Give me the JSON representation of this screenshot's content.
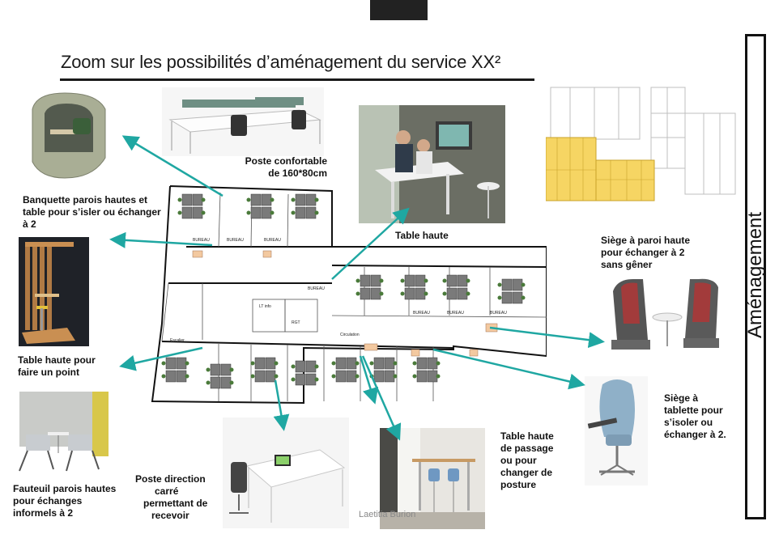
{
  "title": "Zoom sur les possibilités d’aménagement du service XX²",
  "side_title": "Aménagement",
  "watermark": "Laetitia Burion",
  "colors": {
    "arrow": "#1fa7a2",
    "desk": "#7d7d7d",
    "highlight": "#f3c94a",
    "chair": "#4a7a3a"
  },
  "labels": {
    "poste_confortable": [
      "Poste confortable",
      "de 160*80cm"
    ],
    "banquette": [
      "Banquette parois hautes et",
      "table pour s’isler ou échanger",
      "à 2"
    ],
    "table_haute": "Table haute",
    "table_point": [
      "Table haute pour",
      "faire un point"
    ],
    "fauteuil": [
      "Fauteuil parois hautes",
      "pour échanges",
      "informels à 2"
    ],
    "poste_direction": [
      "Poste direction",
      "carré",
      "permettant de",
      "recevoir"
    ],
    "table_passage": [
      "Table haute",
      "de passage",
      "ou pour",
      "changer de",
      "posture"
    ],
    "siege_paroi": [
      "Siège à paroi haute",
      "pour échanger à 2",
      "sans gêner"
    ],
    "siege_tablette": [
      "Siège à",
      "tablette pour",
      "s’isoler  ou",
      "échanger à 2."
    ]
  },
  "floorplan_rooms": [
    "BUREAU",
    "BUREAU",
    "BUREAU",
    "BUREAU",
    "BUREAU",
    "BUREAU",
    "BUREAU",
    "Circulation",
    "Escalier",
    "LT info",
    "RGT"
  ]
}
